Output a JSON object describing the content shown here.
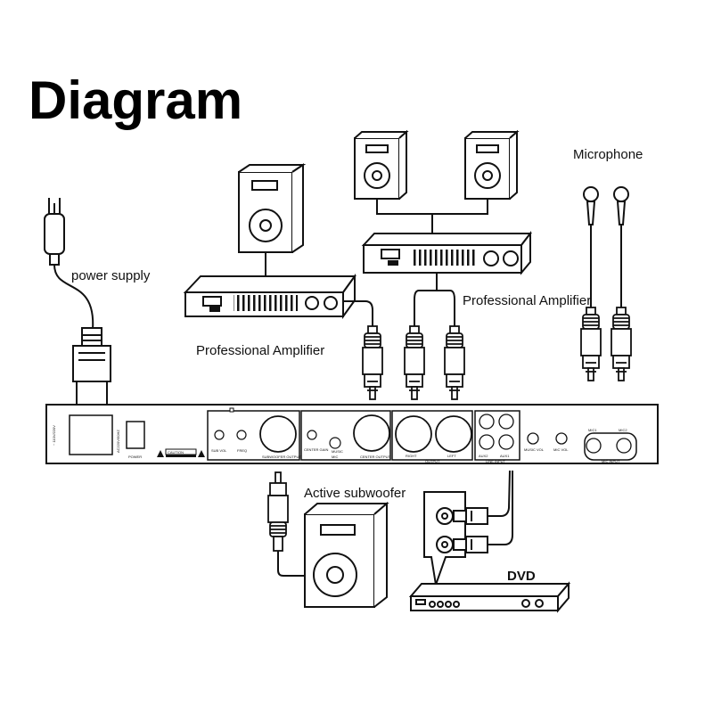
{
  "title": "Diagram",
  "labels": {
    "power_supply": "power supply",
    "microphone": "Microphone",
    "amp_left": "Professional Amplifier",
    "amp_right": "Professional Amplifier",
    "subwoofer": "Active subwoofer",
    "dvd": "DVD"
  },
  "panel": {
    "voltage": "~ 110V/220V",
    "ac_line": "AC220V/50HZ",
    "power": "POWER",
    "caution": "CAUTION",
    "subvol": "SUB VOL",
    "freq": "FREQ",
    "subwoofer_output": "SUBWOOFER OUTPUT",
    "center_gain": "CENTER GAIN",
    "music": "MUSIC",
    "mic": "MIC",
    "center_output": "CENTER OUTPUT",
    "right": "RIGHT",
    "left": "LEFT",
    "output": "OUTPUT",
    "aux2": "AUX2",
    "aux1": "AUX1",
    "line_input": "LINE INPUT",
    "music_vol": "MUSIC VOL",
    "mic_vol": "MIC VOL",
    "mic1": "MIC1",
    "mic2": "MIC2",
    "mic_input": "MIC INPUT"
  },
  "colors": {
    "line": "#111111",
    "background": "#ffffff"
  }
}
